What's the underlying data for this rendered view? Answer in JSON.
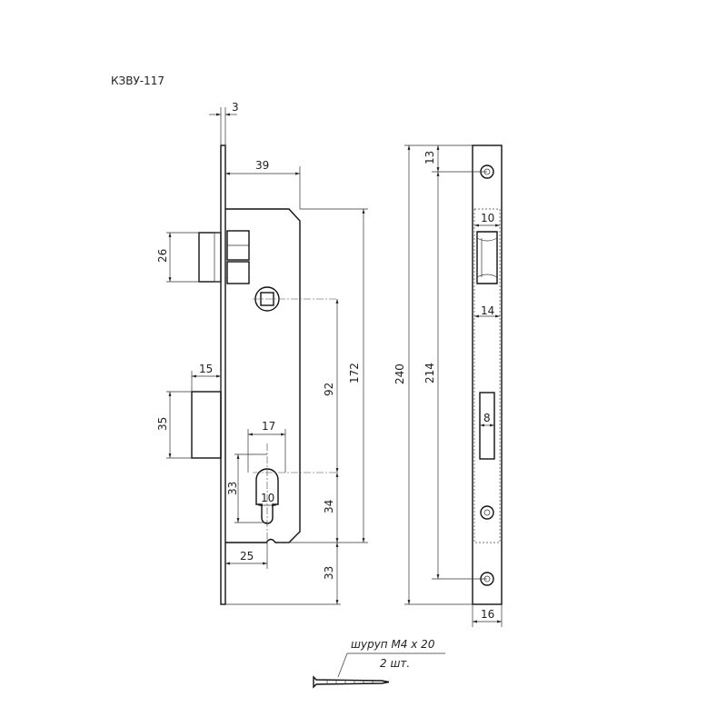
{
  "title": "КЗВУ-117",
  "dimensions": {
    "d3": "3",
    "d39": "39",
    "d26": "26",
    "d15": "15",
    "d35": "35",
    "d17": "17",
    "d33_cyl": "33",
    "d10_cyl": "10",
    "d25": "25",
    "d92": "92",
    "d34": "34",
    "d33_bottom": "33",
    "d172": "172",
    "d240": "240",
    "d13": "13",
    "d214": "214",
    "d10_strike": "10",
    "d14": "14",
    "d8": "8",
    "d16": "16"
  },
  "note": {
    "line1": "шуруп М4 х 20",
    "line2": "2 шт."
  }
}
